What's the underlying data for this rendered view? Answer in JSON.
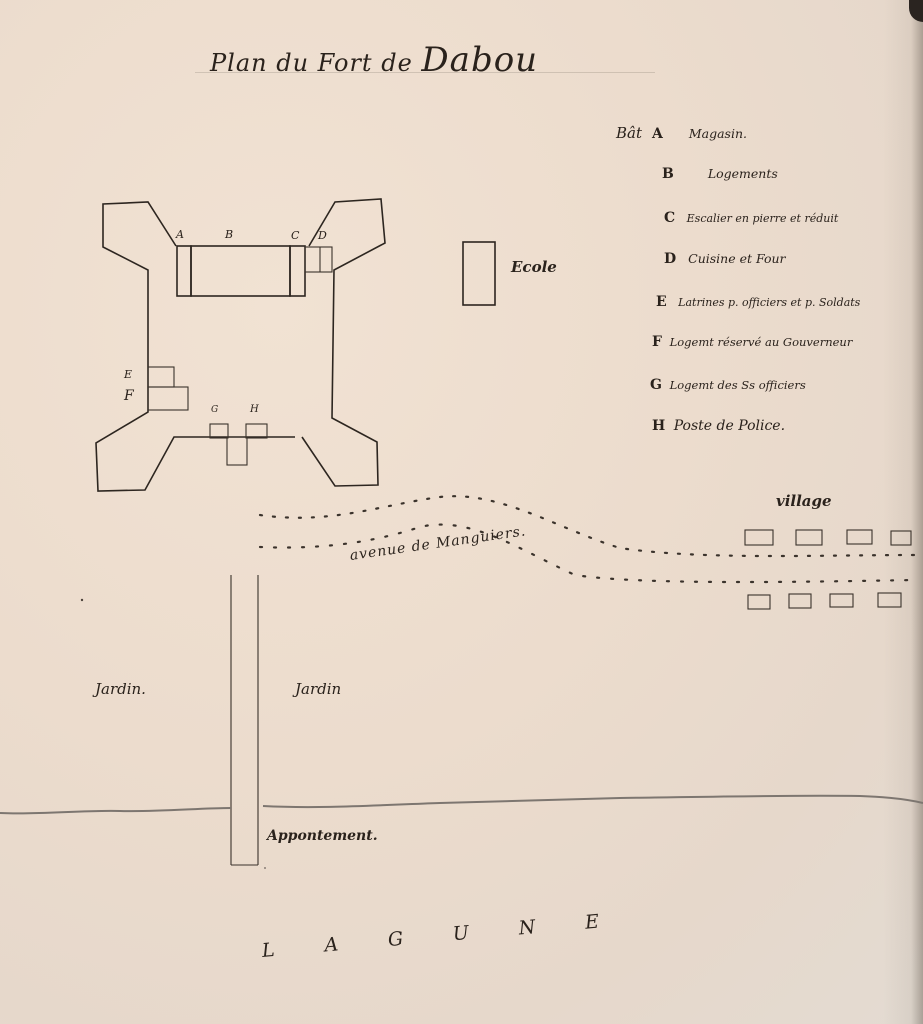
{
  "title": {
    "prefix": "Plan du Fort de",
    "name": "Dabou"
  },
  "legend": {
    "heading": "Bât",
    "items": [
      {
        "key": "A",
        "label": "Magasin."
      },
      {
        "key": "B",
        "label": "Logements"
      },
      {
        "key": "C",
        "label": "Escalier en pierre et réduit"
      },
      {
        "key": "D",
        "label": "Cuisine et Four"
      },
      {
        "key": "E",
        "label": "Latrines p. officiers et p. Soldats"
      },
      {
        "key": "F",
        "label": "Logemt réservé au Gouverneur"
      },
      {
        "key": "G",
        "label": "Logemt des Ss officiers"
      },
      {
        "key": "H",
        "label": "Poste de Police."
      }
    ]
  },
  "fort": {
    "building_letters": {
      "A": "A",
      "B": "B",
      "C": "C",
      "D": "D",
      "E": "E",
      "F": "F",
      "G": "G",
      "H": "H"
    }
  },
  "labels": {
    "school": "Ecole",
    "village": "village",
    "avenue": "avenue de Manguiers.",
    "garden_left": "Jardin.",
    "garden_right": "Jardin",
    "jetty": "Appontement.",
    "lagoon": "L A G U N E"
  },
  "colors": {
    "paper": "#ecdccd",
    "ink": "#2d2620",
    "hatch": "#5a4f47",
    "shoreline": "#7d7670"
  }
}
